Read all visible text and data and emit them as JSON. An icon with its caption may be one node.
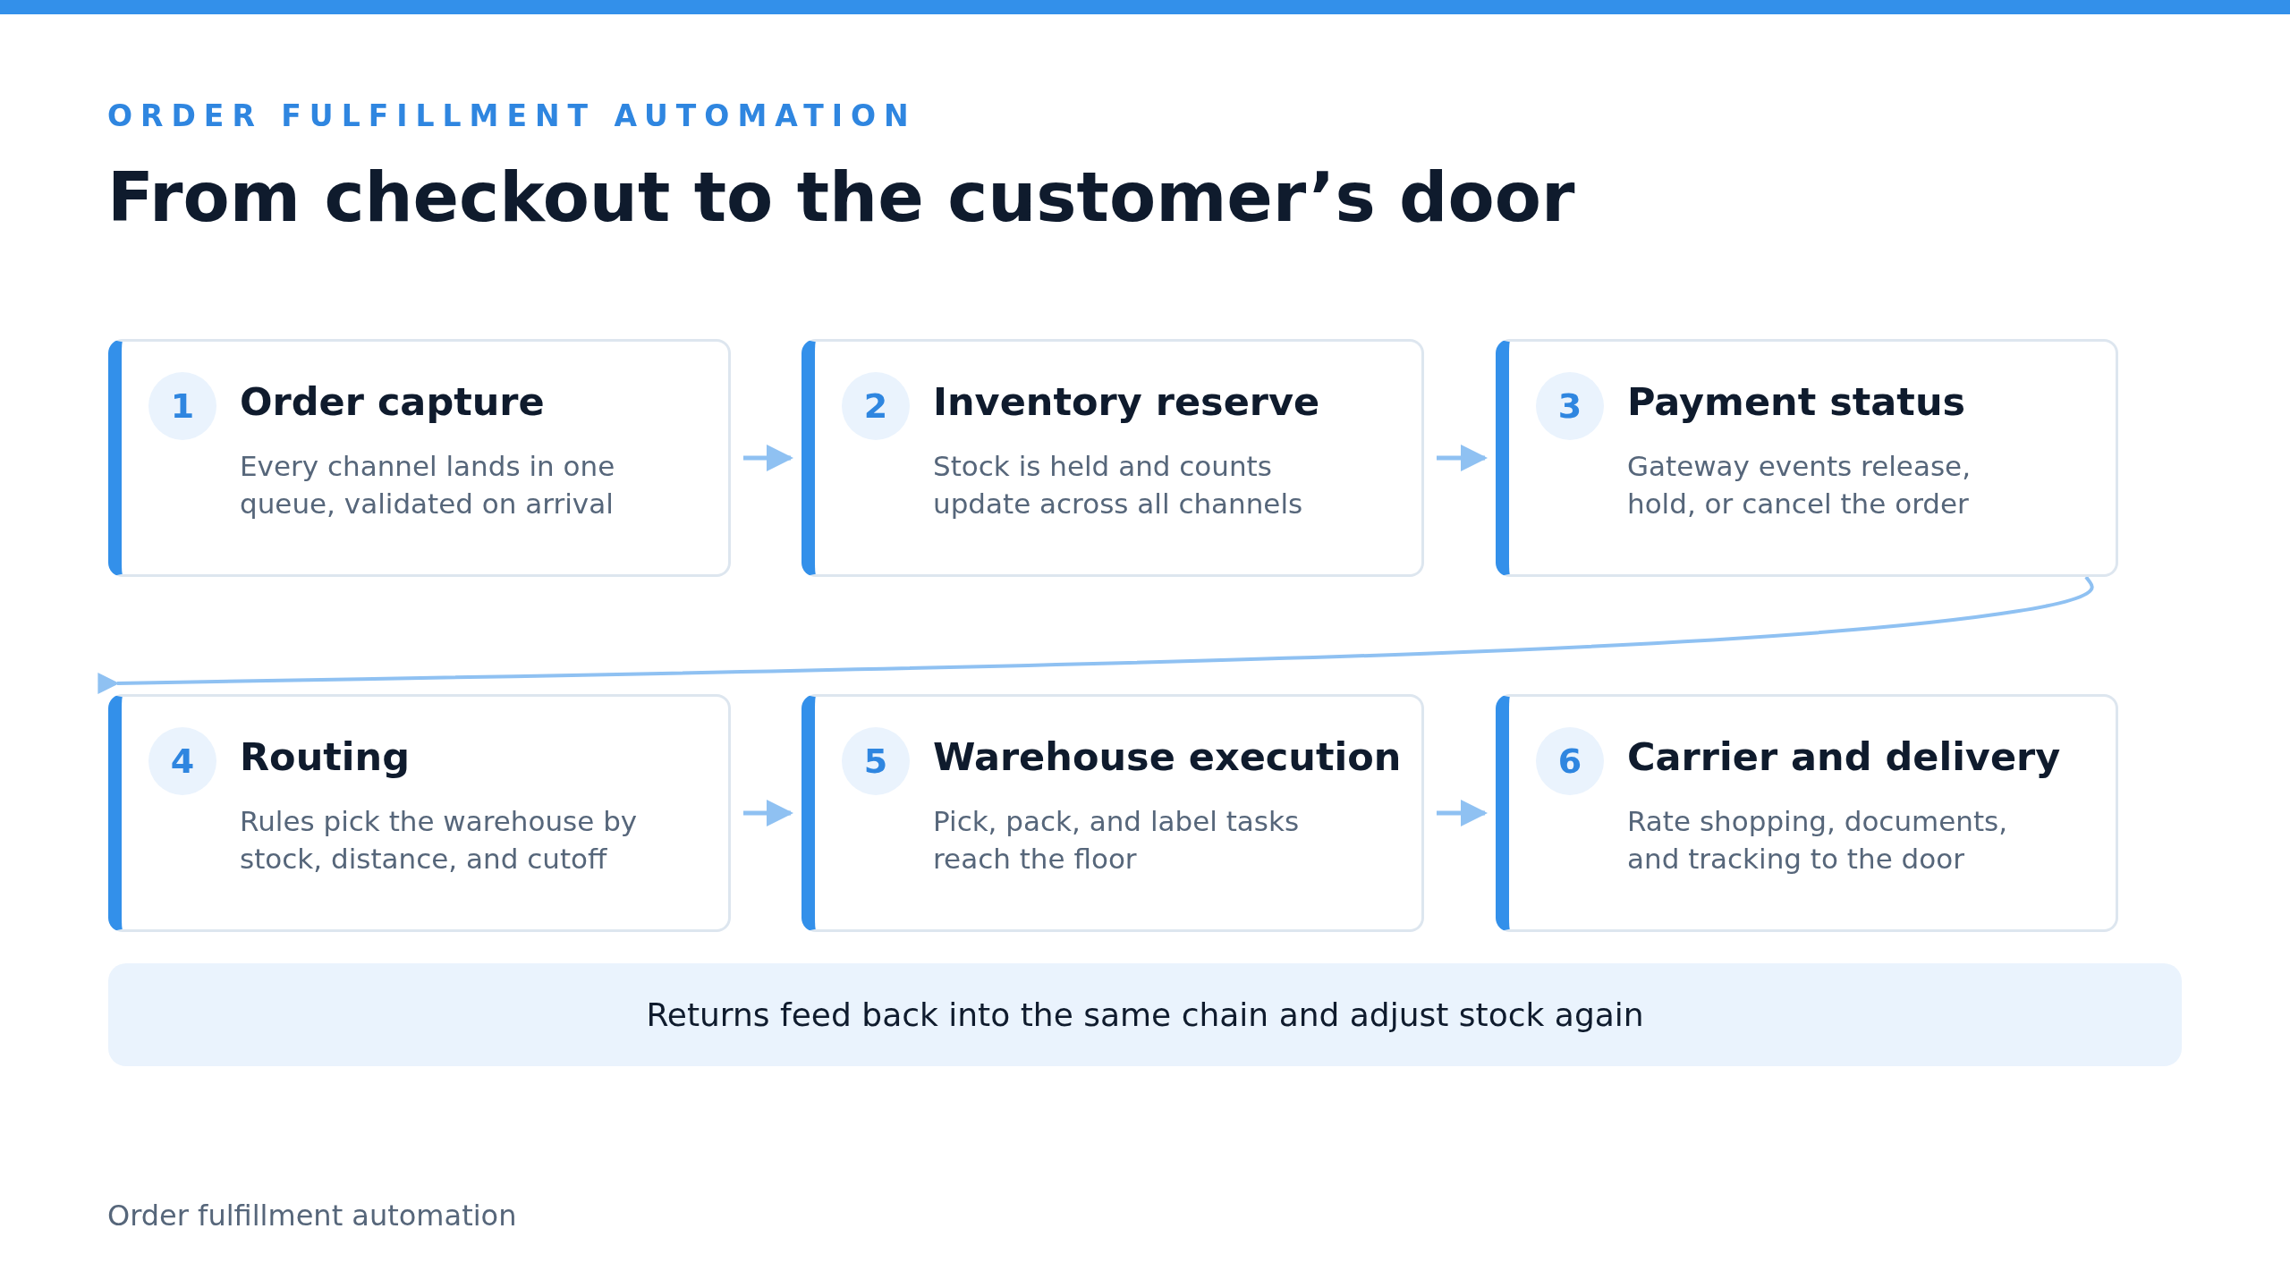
{
  "diagram": {
    "title": "From checkout to the customer’s door",
    "nodes": [
      {
        "text": [
          "1",
          "Order capture",
          "Every channel lands in one queue, validated on arrival"
        ]
      },
      {
        "text": [
          "2",
          "Inventory reserve",
          "Stock is held and counts update across all channels"
        ]
      },
      {
        "text": [
          "3",
          "Payment status",
          "Gateway events release, hold, or cancel the order"
        ]
      },
      {
        "text": [
          "4",
          "Routing",
          "Rules pick the warehouse by stock, distance, and cutoff"
        ]
      },
      {
        "text": [
          "5",
          "Warehouse execution",
          "Pick, pack, and label tasks reach the floor"
        ]
      },
      {
        "text": [
          "6",
          "Carrier and delivery",
          "Rate shopping, documents, and tracking to the door"
        ]
      },
      {
        "text": [
          "Returns feed back into the same chain and adjust stock again"
        ]
      }
    ],
    "edges": [
      {
        "from": 0,
        "to": 1,
        "arrow": "to"
      },
      {
        "from": 1,
        "to": 2,
        "arrow": "to"
      },
      {
        "from": 2,
        "to": 3,
        "arrow": "to"
      },
      {
        "from": 3,
        "to": 4,
        "arrow": "to"
      },
      {
        "from": 4,
        "to": 5,
        "arrow": "to"
      }
    ],
    "labels": [
      "ORDER FULFILLMENT AUTOMATION",
      "Order fulfillment automation"
    ]
  }
}
